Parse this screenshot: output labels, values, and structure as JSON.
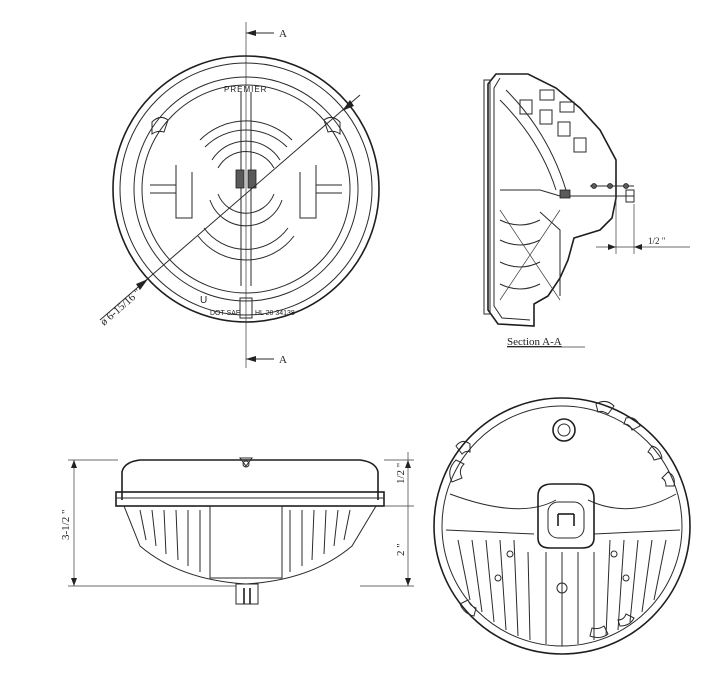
{
  "front_view": {
    "section_mark_top": "A",
    "section_mark_bottom": "A",
    "brand": "PREMIER",
    "diameter_dim": "ø 6-15/16 \"",
    "marking_u": "U",
    "marking_dot_sae": "DOT SAE",
    "marking_hl": "HL 20  34138"
  },
  "section_view": {
    "title": "Section A-A",
    "dim_offset": "1/2 \""
  },
  "side_view": {
    "dim_total_height": "3-1/2 \"",
    "dim_upper": "1/2 \"",
    "dim_lower": "2 \""
  }
}
